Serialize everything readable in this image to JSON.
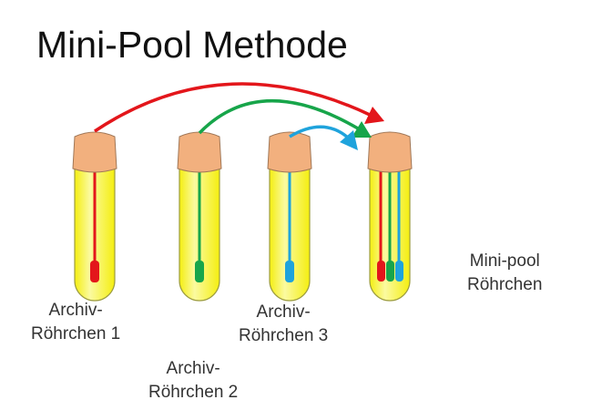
{
  "title": "Mini-Pool Methode",
  "tubes": [
    {
      "label_line1": "Archiv-",
      "label_line2": "Röhrchen 1",
      "sample_color": "#e3161b"
    },
    {
      "label_line1": "Archiv-",
      "label_line2": "Röhrchen 2",
      "sample_color": "#17a54a"
    },
    {
      "label_line1": "Archiv-",
      "label_line2": "Röhrchen 3",
      "sample_color": "#1fa3dc"
    }
  ],
  "pool": {
    "label_line1": "Mini-pool",
    "label_line2": "Röhrchen"
  },
  "colors": {
    "tube_fill": "#f4ee10",
    "tube_highlight": "#fbfaa0",
    "tube_outline": "#9c9c40",
    "cap_fill": "#f2b07e",
    "cap_outline": "#a07757"
  }
}
